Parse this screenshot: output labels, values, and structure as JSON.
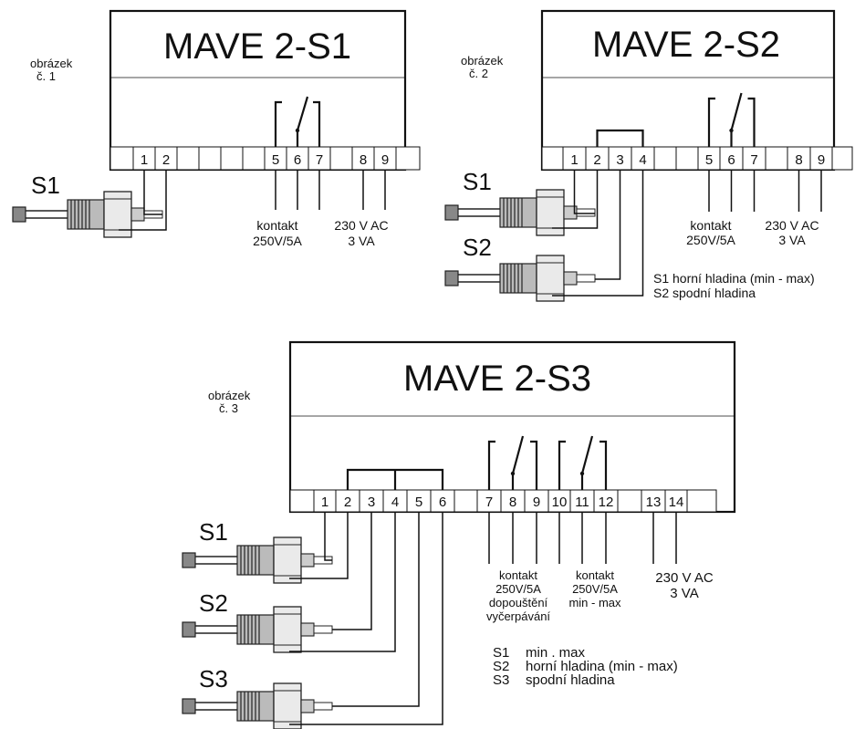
{
  "fig1": {
    "caption": [
      "obrázek",
      "č. 1"
    ],
    "title": "MAVE 2-S1",
    "terminals": [
      "1",
      "2",
      "5",
      "6",
      "7",
      "8",
      "9"
    ],
    "sensor_labels": [
      "S1"
    ],
    "contact": [
      "kontakt",
      "250V/5A"
    ],
    "power": [
      "230 V AC",
      "3 VA"
    ]
  },
  "fig2": {
    "caption": [
      "obrázek",
      "č. 2"
    ],
    "title": "MAVE 2-S2",
    "terminals": [
      "1",
      "2",
      "3",
      "4",
      "5",
      "6",
      "7",
      "8",
      "9"
    ],
    "sensor_labels": [
      "S1",
      "S2"
    ],
    "contact": [
      "kontakt",
      "250V/5A"
    ],
    "power": [
      "230 V AC",
      "3 VA"
    ],
    "legend": [
      "S1 horní hladina (min - max)",
      "S2 spodní hladina"
    ]
  },
  "fig3": {
    "caption": [
      "obrázek",
      "č. 3"
    ],
    "title": "MAVE 2-S3",
    "terminals": [
      "1",
      "2",
      "3",
      "4",
      "5",
      "6",
      "7",
      "8",
      "9",
      "10",
      "11",
      "12",
      "13",
      "14"
    ],
    "sensor_labels": [
      "S1",
      "S2",
      "S3"
    ],
    "contact1": [
      "kontakt",
      "250V/5A",
      "dopouštění",
      "vyčerpávání"
    ],
    "contact2": [
      "kontakt",
      "250V/5A",
      "min - max"
    ],
    "power": [
      "230 V AC",
      "3 VA"
    ],
    "legend": [
      {
        "code": "S1",
        "text": "min . max"
      },
      {
        "code": "S2",
        "text": "horní hladina  (min - max)"
      },
      {
        "code": "S3",
        "text": "spodní hladina"
      }
    ]
  }
}
